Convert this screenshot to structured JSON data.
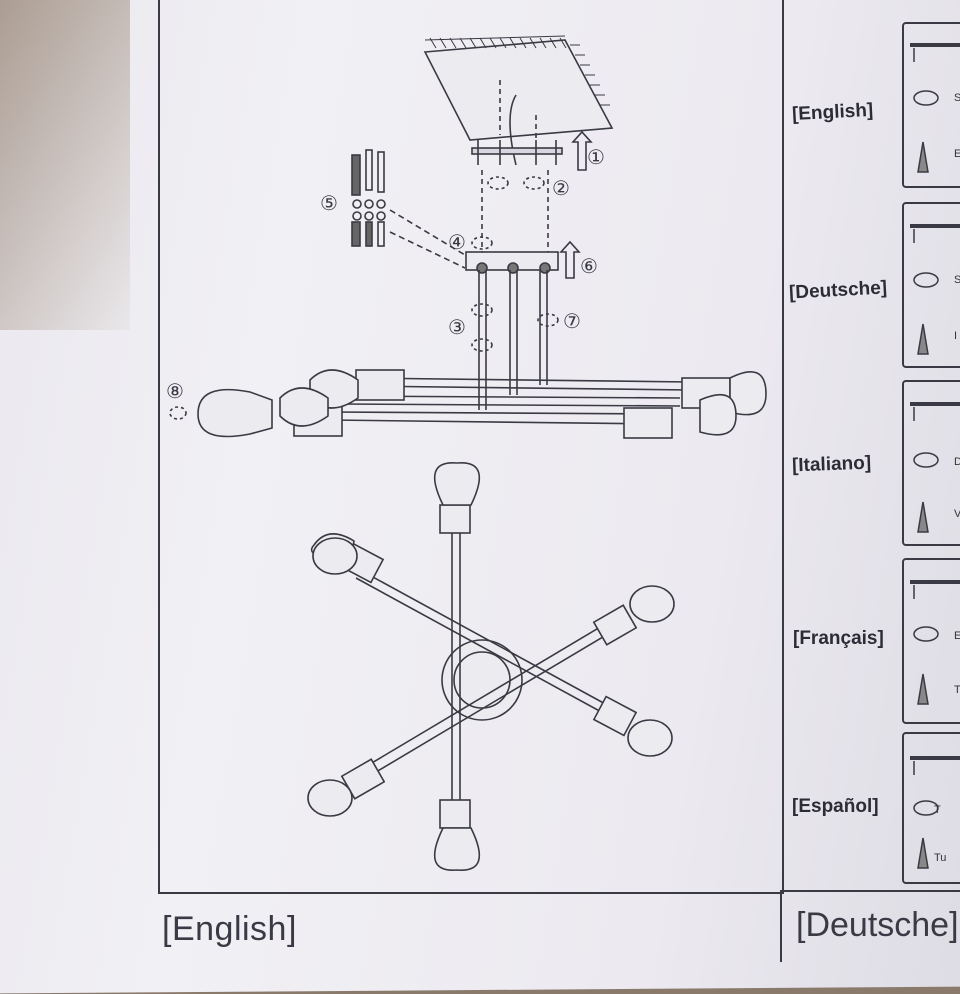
{
  "diagram_steps": [
    "①",
    "②",
    "③",
    "④",
    "⑤",
    "⑥",
    "⑦",
    "⑧"
  ],
  "bottom_headers": {
    "left": "[English]",
    "right": "[Deutsche]"
  },
  "languages": [
    {
      "label": "[English]",
      "part2_suffix": "S",
      "part3_suffix": "E"
    },
    {
      "label": "[Deutsche]",
      "part2_suffix": "S",
      "part3_suffix": "I"
    },
    {
      "label": "[Italiano]",
      "part2_suffix": "D",
      "part3_suffix": "V"
    },
    {
      "label": "[Français]",
      "part2_suffix": "E",
      "part3_suffix": "T"
    },
    {
      "label": "[Español]",
      "part2_suffix": "T",
      "part3_suffix": "Tu"
    }
  ]
}
